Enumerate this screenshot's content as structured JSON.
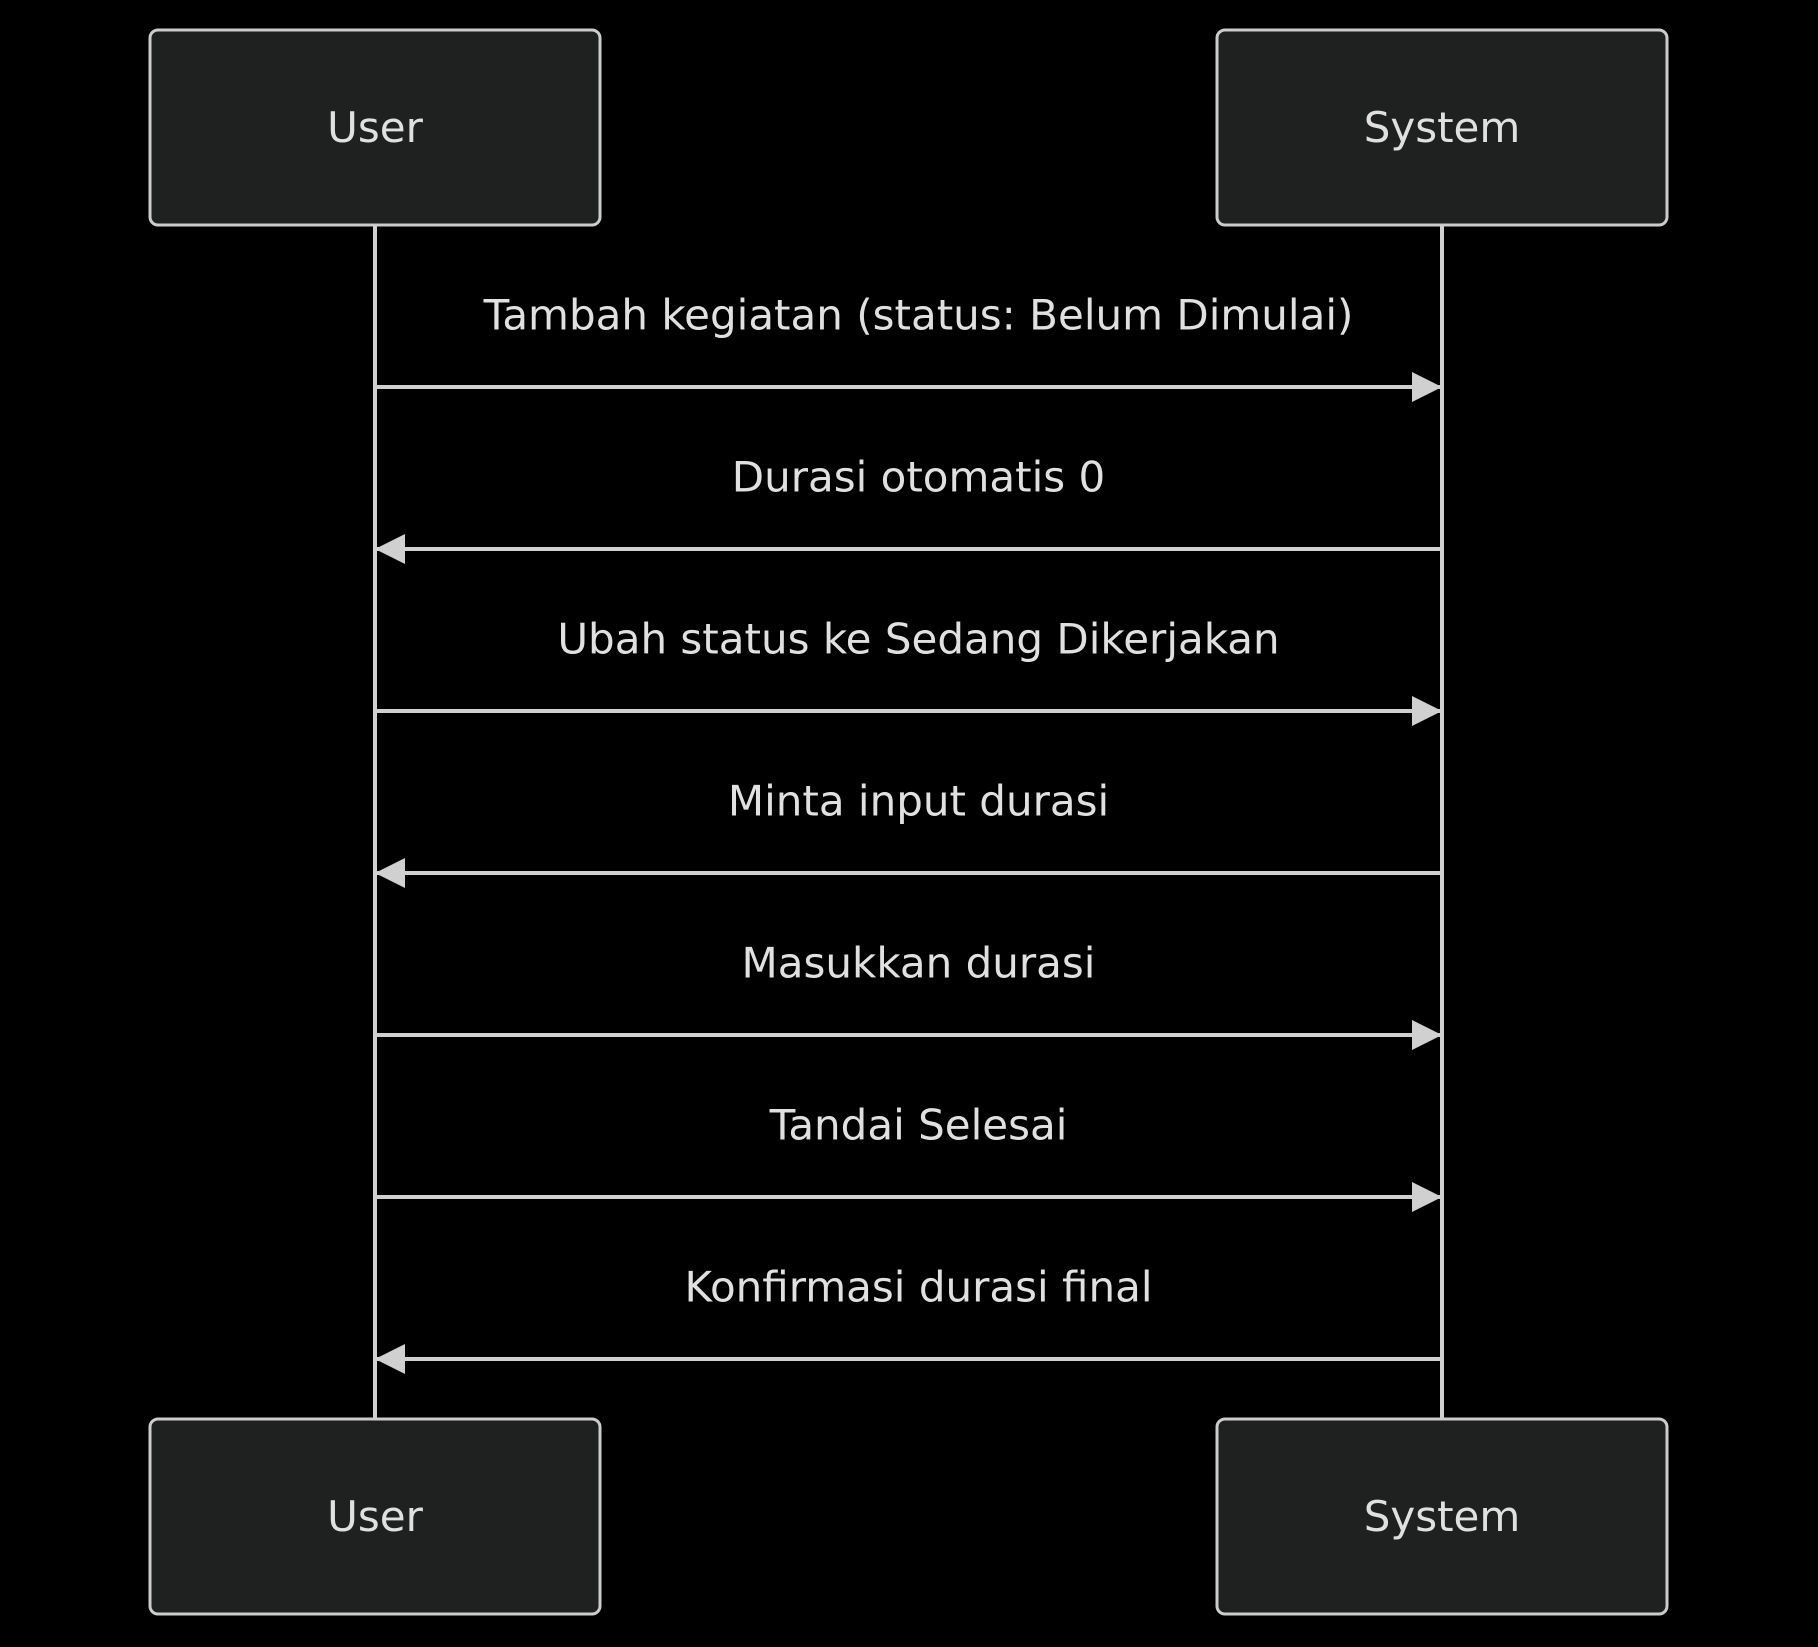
{
  "diagram": {
    "type": "sequence",
    "colors": {
      "background": "#000000",
      "actor_fill": "#1f2020",
      "actor_stroke": "#cccccc",
      "line": "#d0d0d0",
      "text": "#e0e0e0"
    },
    "actors": [
      {
        "id": "user",
        "label": "User"
      },
      {
        "id": "system",
        "label": "System"
      }
    ],
    "messages": [
      {
        "from": "user",
        "to": "system",
        "label": "Tambah kegiatan (status: Belum Dimulai)"
      },
      {
        "from": "system",
        "to": "user",
        "label": "Durasi otomatis 0"
      },
      {
        "from": "user",
        "to": "system",
        "label": "Ubah status ke Sedang Dikerjakan"
      },
      {
        "from": "system",
        "to": "user",
        "label": "Minta input durasi"
      },
      {
        "from": "user",
        "to": "system",
        "label": "Masukkan durasi"
      },
      {
        "from": "user",
        "to": "system",
        "label": "Tandai Selesai"
      },
      {
        "from": "system",
        "to": "user",
        "label": "Konfirmasi durasi final"
      }
    ]
  }
}
